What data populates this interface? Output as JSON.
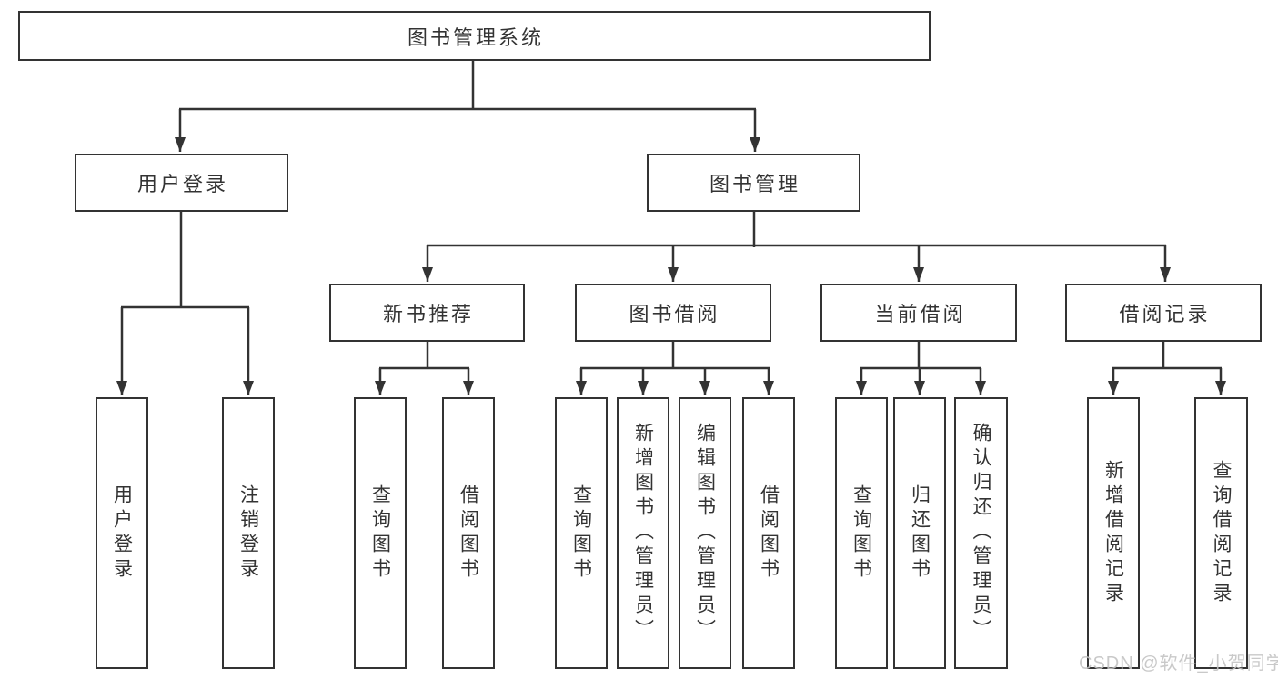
{
  "tree": {
    "label": "图书管理系统",
    "children": [
      {
        "label": "用户登录",
        "children": [
          {
            "label": "用户登录"
          },
          {
            "label": "注销登录"
          }
        ]
      },
      {
        "label": "图书管理",
        "children": [
          {
            "label": "新书推荐",
            "children": [
              {
                "label": "查询图书"
              },
              {
                "label": "借阅图书"
              }
            ]
          },
          {
            "label": "图书借阅",
            "children": [
              {
                "label": "查询图书"
              },
              {
                "label": "新增图书（管理员）"
              },
              {
                "label": "编辑图书（管理员）"
              },
              {
                "label": "借阅图书"
              }
            ]
          },
          {
            "label": "当前借阅",
            "children": [
              {
                "label": "查询图书"
              },
              {
                "label": "归还图书"
              },
              {
                "label": "确认归还（管理员）"
              }
            ]
          },
          {
            "label": "借阅记录",
            "children": [
              {
                "label": "新增借阅记录"
              },
              {
                "label": "查询借阅记录"
              }
            ]
          }
        ]
      }
    ]
  },
  "watermark": {
    "text": "CSDN @软件_小贺同学"
  },
  "colors": {
    "line": "#333333",
    "text": "#333333",
    "box_background": "#ffffff",
    "page_background": "#ffffff",
    "watermark": "#c3c3c3"
  }
}
